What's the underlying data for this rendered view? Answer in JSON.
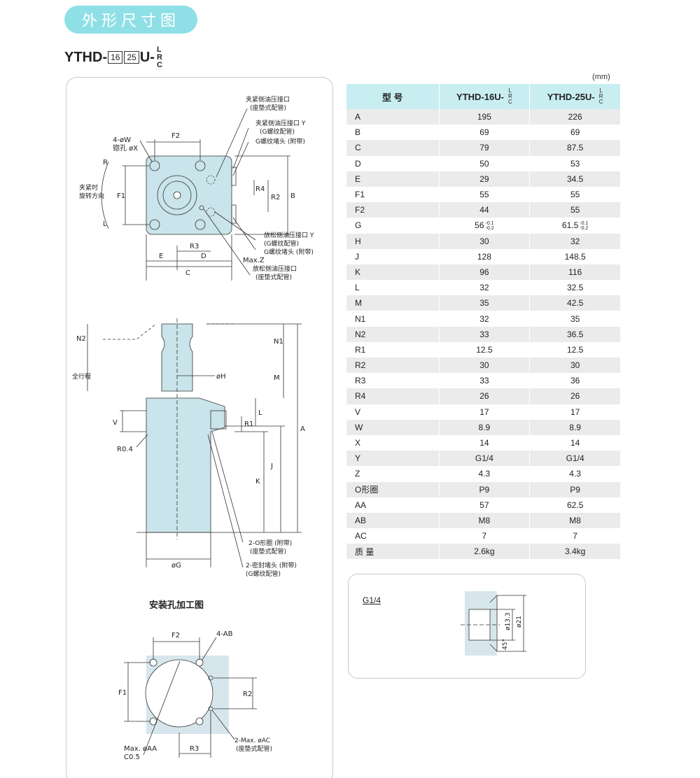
{
  "header": {
    "title": "外形尺寸图"
  },
  "model_code": {
    "prefix": "YTHD-",
    "size_a": "16",
    "size_b": "25",
    "suffix": "U-",
    "variants": [
      "L",
      "R",
      "C"
    ]
  },
  "drawing": {
    "top_view": {
      "port_clamp_pad": [
        "夹紧侧油压接口",
        "(座垫式配管)"
      ],
      "port_clamp_g": [
        "夹紧侧油压接口 Y",
        "(G螺纹配管)"
      ],
      "plug_g_top": "G螺纹堵头 (附带)",
      "port_release_g": [
        "放松侧油压接口 Y",
        "(G螺纹配管)"
      ],
      "plug_g_mid": "G螺纹堵头 (附带)",
      "maxz": "Max.Z",
      "port_release_pad": [
        "放松侧油压接口",
        "(座垫式配管)"
      ],
      "hole_w": "4-øW",
      "hole_x": "锪孔 øX",
      "rotation": [
        "夹紧时",
        "旋转方向"
      ],
      "dims": {
        "f1": "F1",
        "f2": "F2",
        "r": "R",
        "l": "L",
        "r2": "R2",
        "r4": "R4",
        "b": "B",
        "r3": "R3",
        "e": "E",
        "d": "D",
        "c": "C"
      }
    },
    "side_view": {
      "dims": {
        "n2": "N2",
        "n1": "N1",
        "m": "M",
        "h": "øH",
        "l": "L",
        "r1": "R1",
        "v": "V",
        "a": "A",
        "j": "J",
        "k": "K",
        "g": "øG",
        "r04": "R0.4"
      },
      "stroke": "全行程",
      "oring": [
        "2-O形圈 (附带)",
        "(座垫式配管)"
      ],
      "seal_plug": [
        "2-密封堵头 (附带)",
        "(G螺纹配管)"
      ]
    },
    "mounting": {
      "title": "安装孔加工图",
      "dims": {
        "f2": "F2",
        "f1": "F1",
        "r2": "R2",
        "r3": "R3",
        "ab": "4-AB"
      },
      "max_aa": "Max. øAA",
      "c05": "C0.5",
      "max_ac": [
        "2-Max. øAC",
        "(座垫式配管)"
      ]
    }
  },
  "table": {
    "unit": "(mm)",
    "headers": {
      "param": "型 号",
      "m16": "YTHD-16U-",
      "m25": "YTHD-25U-",
      "variants": [
        "L",
        "R",
        "C"
      ]
    },
    "rows": [
      {
        "param": "A",
        "v16": "195",
        "v25": "226"
      },
      {
        "param": "B",
        "v16": "69",
        "v25": "69"
      },
      {
        "param": "C",
        "v16": "79",
        "v25": "87.5"
      },
      {
        "param": "D",
        "v16": "50",
        "v25": "53"
      },
      {
        "param": "E",
        "v16": "29",
        "v25": "34.5"
      },
      {
        "param": "F1",
        "v16": "55",
        "v25": "55"
      },
      {
        "param": "F2",
        "v16": "44",
        "v25": "55"
      },
      {
        "param": "G",
        "v16": "56",
        "v25": "61.5",
        "tol_up": "-0.1",
        "tol_down": "-0.2"
      },
      {
        "param": "H",
        "v16": "30",
        "v25": "32"
      },
      {
        "param": "J",
        "v16": "128",
        "v25": "148.5"
      },
      {
        "param": "K",
        "v16": "96",
        "v25": "116"
      },
      {
        "param": "L",
        "v16": "32",
        "v25": "32.5"
      },
      {
        "param": "M",
        "v16": "35",
        "v25": "42.5"
      },
      {
        "param": "N1",
        "v16": "32",
        "v25": "35"
      },
      {
        "param": "N2",
        "v16": "33",
        "v25": "36.5"
      },
      {
        "param": "R1",
        "v16": "12.5",
        "v25": "12.5"
      },
      {
        "param": "R2",
        "v16": "30",
        "v25": "30"
      },
      {
        "param": "R3",
        "v16": "33",
        "v25": "36"
      },
      {
        "param": "R4",
        "v16": "26",
        "v25": "26"
      },
      {
        "param": "V",
        "v16": "17",
        "v25": "17"
      },
      {
        "param": "W",
        "v16": "8.9",
        "v25": "8.9"
      },
      {
        "param": "X",
        "v16": "14",
        "v25": "14"
      },
      {
        "param": "Y",
        "v16": "G1/4",
        "v25": "G1/4"
      },
      {
        "param": "Z",
        "v16": "4.3",
        "v25": "4.3"
      },
      {
        "param": "O形圈",
        "v16": "P9",
        "v25": "P9"
      },
      {
        "param": "AA",
        "v16": "57",
        "v25": "62.5"
      },
      {
        "param": "AB",
        "v16": "M8",
        "v25": "M8"
      },
      {
        "param": "AC",
        "v16": "7",
        "v25": "7"
      },
      {
        "param": "质 量",
        "v16": "2.6kg",
        "v25": "3.4kg"
      }
    ]
  },
  "g_detail": {
    "title": "G1/4",
    "d1": "ø13.3",
    "d2": "ø21",
    "angle": "45°"
  },
  "colors": {
    "header_pill": "#8fe0e6",
    "body_fill": "#c9e4ea",
    "table_header": "#c9eef1",
    "stripe": "#ebebeb"
  }
}
